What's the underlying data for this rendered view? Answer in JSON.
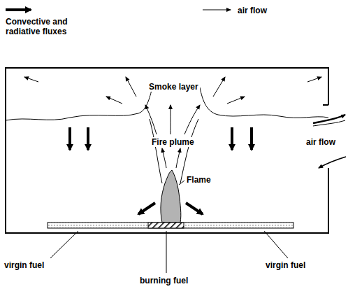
{
  "diagram": {
    "labels": [
      "Smoke layer",
      "Fire plume",
      "Flame",
      "air flow",
      "virgin fuel",
      "burning fuel",
      "virgin fuel"
    ],
    "legend": [
      {
        "text": "Convective and radiative fluxes"
      },
      {
        "text": "air flow"
      }
    ]
  }
}
